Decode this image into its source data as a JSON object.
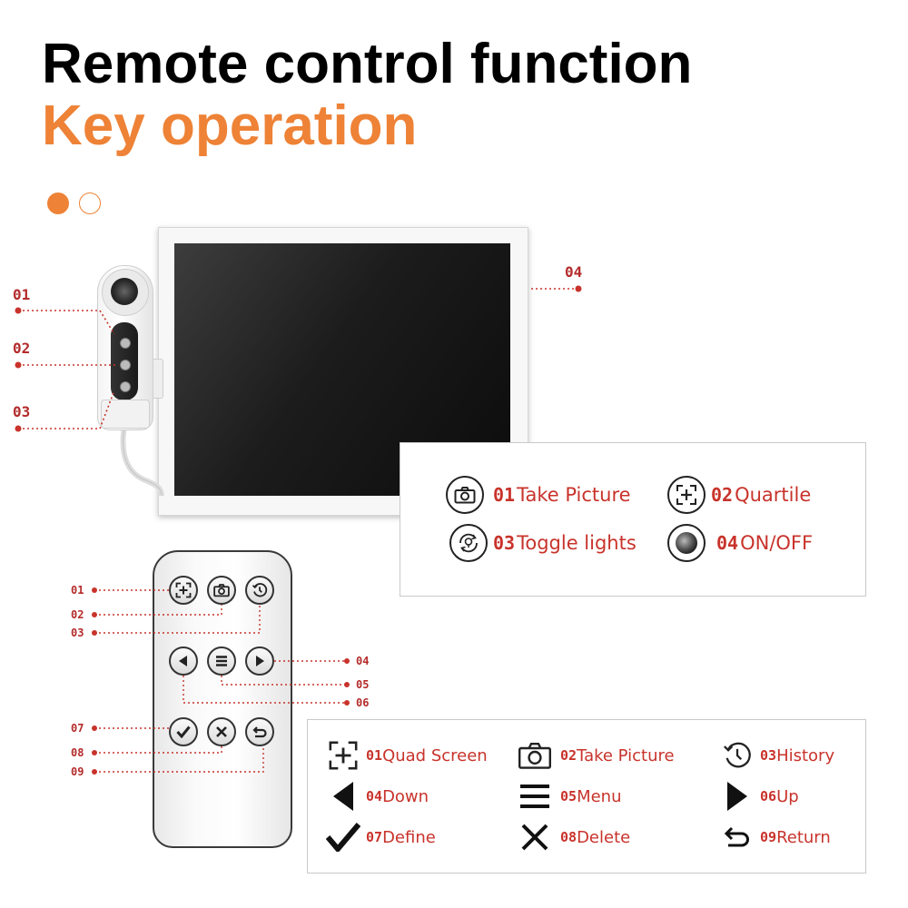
{
  "header": {
    "title": "Remote control function",
    "subtitle": "Key operation"
  },
  "colors": {
    "accent": "#EE8236",
    "callout": "#B42B2B",
    "label": "#C8332B",
    "panel_border": "#C9C9C9"
  },
  "device_callouts": [
    "01",
    "02",
    "03",
    "04"
  ],
  "device_panel": {
    "items": [
      {
        "num": "01",
        "label": "Take Picture",
        "icon": "camera-icon"
      },
      {
        "num": "02",
        "label": "Quartile",
        "icon": "quad-screen-icon"
      },
      {
        "num": "03",
        "label": "Toggle lights",
        "icon": "light-toggle-icon"
      },
      {
        "num": "04",
        "label": "ON/OFF",
        "icon": "power-button-icon"
      }
    ]
  },
  "remote_callouts": [
    "01",
    "02",
    "03",
    "04",
    "05",
    "06",
    "07",
    "08",
    "09"
  ],
  "remote_panel": {
    "items": [
      {
        "num": "01",
        "label": "Quad Screen",
        "icon": "quad-screen-icon"
      },
      {
        "num": "02",
        "label": "Take Picture",
        "icon": "camera-icon"
      },
      {
        "num": "03",
        "label": "History",
        "icon": "history-icon"
      },
      {
        "num": "04",
        "label": "Down",
        "icon": "triangle-left-icon"
      },
      {
        "num": "05",
        "label": "Menu",
        "icon": "menu-icon"
      },
      {
        "num": "06",
        "label": "Up",
        "icon": "triangle-right-icon"
      },
      {
        "num": "07",
        "label": "Define",
        "icon": "checkmark-icon"
      },
      {
        "num": "08",
        "label": "Delete",
        "icon": "x-icon"
      },
      {
        "num": "09",
        "label": "Return",
        "icon": "return-icon"
      }
    ]
  }
}
